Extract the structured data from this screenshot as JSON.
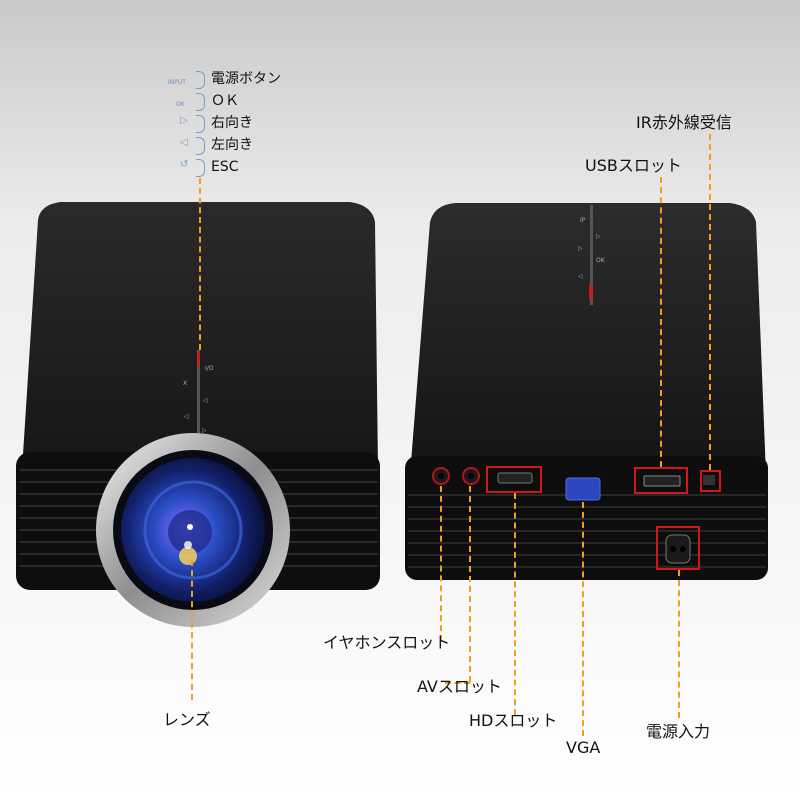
{
  "button_panel": {
    "input_tag": "INPUT",
    "ok_tag": "OK",
    "buttons": [
      "電源ボタン",
      "ＯＫ",
      "右向き",
      "左向き",
      "ESC"
    ]
  },
  "callouts": {
    "ir": "IR赤外線受信",
    "usb": "USBスロット",
    "earphone": "イヤホンスロット",
    "av": "AVスロット",
    "hd": "HDスロット",
    "vga": "VGA",
    "power": "電源入力",
    "lens": "レンズ"
  },
  "colors": {
    "callout_line": "#f0a020",
    "highlight_box": "#d01818",
    "bracket": "#7aa0c8"
  }
}
